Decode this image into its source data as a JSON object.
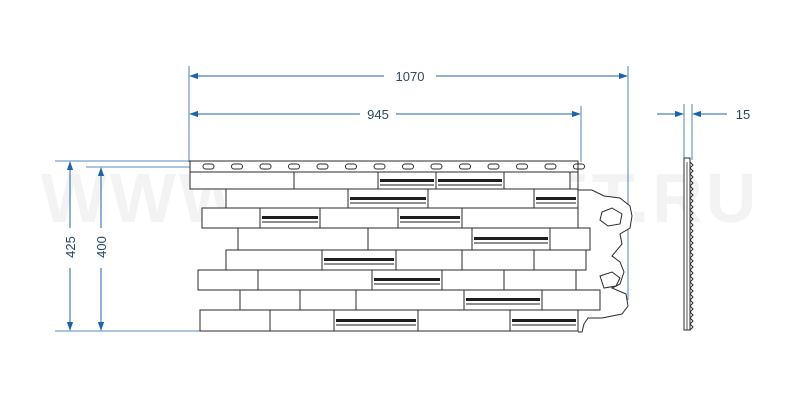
{
  "watermark": "WWW.WESTMET.RU",
  "dimensions": {
    "overall_width": "1070",
    "face_width": "945",
    "thickness": "15",
    "overall_height": "425",
    "face_height": "400"
  },
  "colors": {
    "dimension": "#1f64a8",
    "outline": "#2b2b2b",
    "brick_fill": "#ffffff",
    "groove": "#1e1e1e"
  }
}
